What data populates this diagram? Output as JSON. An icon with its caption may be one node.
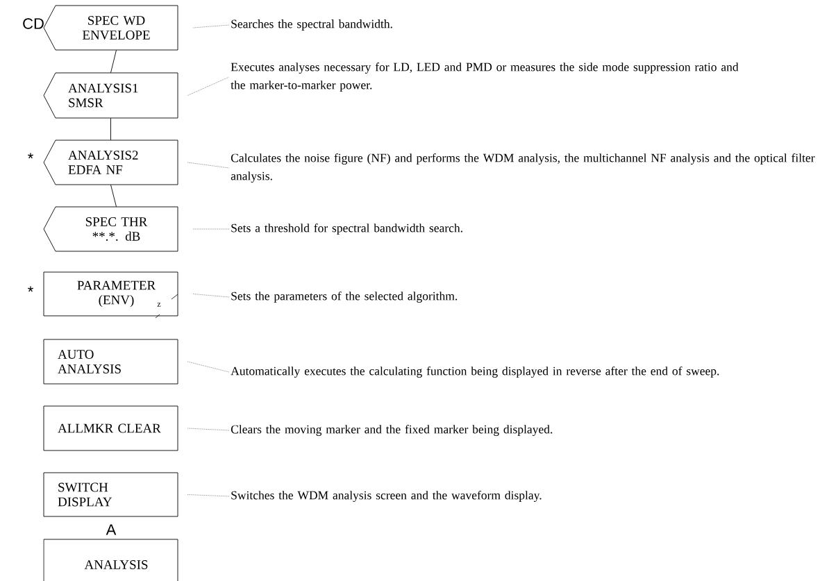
{
  "diagram": {
    "nodes": [
      {
        "text": [
          "SPEC WD ENVELOPE"
        ]
      },
      {
        "text": [
          "ANALYSIS1 SMSR"
        ]
      },
      {
        "text": [
          "ANALYSIS2 EDFA NF"
        ]
      },
      {
        "text": [
          "SPEC THR **.*. dB"
        ]
      },
      {
        "text": [
          "PARAMETER (ENV)"
        ]
      },
      {
        "text": [
          "AUTO ANALYSIS"
        ]
      },
      {
        "text": [
          "ALLMKR CLEAR"
        ]
      },
      {
        "text": [
          "SWITCH DISPLAY"
        ]
      },
      {
        "text": [
          "ANALYSIS"
        ]
      },
      {
        "text": [
          "Searches the spectral bandwidth."
        ]
      },
      {
        "text": [
          "Executes analyses necessary for LD, LED and PMD or measures the side mode suppression ratio and the marker-to-marker power."
        ]
      },
      {
        "text": [
          "Calculates the noise figure (NF) and performs the WDM analysis, the multichannel NF analysis and the optical filter analysis."
        ]
      },
      {
        "text": [
          "Sets a threshold for spectral bandwidth search."
        ]
      },
      {
        "text": [
          "Sets the parameters of the selected algorithm."
        ]
      },
      {
        "text": [
          "Automatically executes the calculating function being displayed in reverse after the end of sweep."
        ]
      },
      {
        "text": [
          "Clears the moving marker and the fixed marker being displayed."
        ]
      },
      {
        "text": [
          "Switches the WDM analysis screen and the waveform display."
        ]
      }
    ],
    "edges": [
      {
        "from": 0,
        "to": 1,
        "arrow": "none"
      },
      {
        "from": 1,
        "to": 2,
        "arrow": "none"
      },
      {
        "from": 2,
        "to": 3,
        "arrow": "none"
      },
      {
        "from": 0,
        "to": 9,
        "arrow": "none",
        "style": "dashed"
      },
      {
        "from": 1,
        "to": 10,
        "arrow": "none",
        "style": "dashed"
      },
      {
        "from": 2,
        "to": 11,
        "arrow": "none",
        "style": "dashed"
      },
      {
        "from": 3,
        "to": 12,
        "arrow": "none",
        "style": "dashed"
      },
      {
        "from": 4,
        "to": 13,
        "arrow": "none",
        "style": "dashed"
      },
      {
        "from": 5,
        "to": 14,
        "arrow": "none",
        "style": "dashed"
      },
      {
        "from": 6,
        "to": 15,
        "arrow": "none",
        "style": "dashed"
      },
      {
        "from": 7,
        "to": 16,
        "arrow": "none",
        "style": "dashed"
      }
    ],
    "labels": [
      "CD",
      "*",
      "*",
      "z",
      "A"
    ]
  }
}
